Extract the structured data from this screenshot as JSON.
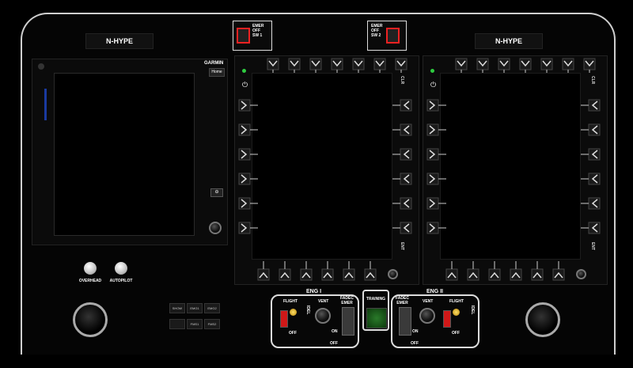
{
  "panel": {
    "left_title": "N-HYPE",
    "right_title": "N-HYPE",
    "emer_left": [
      "EMER",
      "OFF",
      "SW 1"
    ],
    "emer_right": [
      "EMER",
      "OFF",
      "SW 2"
    ]
  },
  "gps": {
    "brand": "GARMIN",
    "home_label": "Home"
  },
  "mfd": {
    "left_side_labels": [
      "CLR",
      "ENT"
    ],
    "right_side_labels": [
      "CLR",
      "ENT"
    ]
  },
  "lamps": {
    "overhead": "OVERHEAD",
    "autopilot": "AUTOPILOT"
  },
  "small_buttons": [
    "SHOW",
    "EMG1",
    "EMG2",
    "",
    "FMS1",
    "FMS2"
  ],
  "engines": {
    "eng1": {
      "title": "ENG I",
      "flight": "FLIGHT",
      "idel": "IDEL",
      "off": "OFF",
      "vent": "VENT",
      "fadec": "FADEC",
      "emer": "EMER",
      "on": "ON",
      "off2": "OFF"
    },
    "eng2": {
      "title": "ENG II",
      "flight": "FLIGHT",
      "idel": "IDEL",
      "off": "OFF",
      "vent": "VENT",
      "fadec": "FADEC",
      "emer": "EMER",
      "on": "ON",
      "off2": "OFF"
    },
    "training": "TRAINING"
  },
  "colors": {
    "accent_red": "#e02020",
    "status_green": "#2ecc40",
    "training_green": "#1a5c1a"
  }
}
